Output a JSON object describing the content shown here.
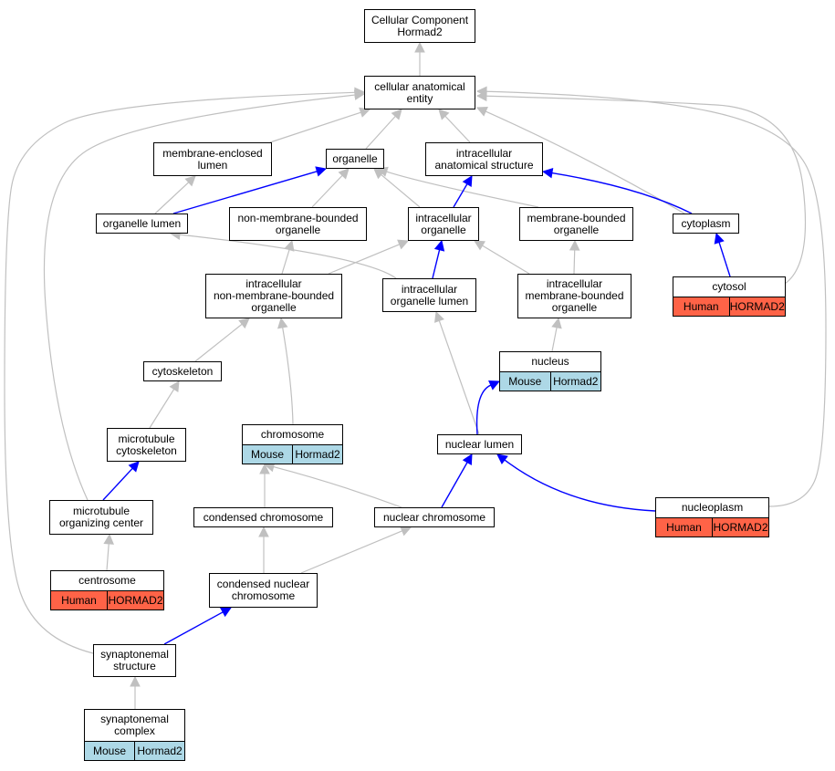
{
  "nodes": {
    "root": {
      "label": "Cellular Component\nHormad2"
    },
    "cae": {
      "label": "cellular anatomical\nentity"
    },
    "mel": {
      "label": "membrane-enclosed\nlumen"
    },
    "organelle": {
      "label": "organelle"
    },
    "ias": {
      "label": "intracellular\nanatomical structure"
    },
    "olumen": {
      "label": "organelle lumen"
    },
    "nmbo": {
      "label": "non-membrane-bounded\norganelle"
    },
    "io": {
      "label": "intracellular\norganelle"
    },
    "mbo": {
      "label": "membrane-bounded\norganelle"
    },
    "cytoplasm": {
      "label": "cytoplasm"
    },
    "cytosol": {
      "label": "cytosol",
      "tags": [
        "Human",
        "HORMAD2"
      ]
    },
    "inmbo": {
      "label": "intracellular\nnon-membrane-bounded\norganelle"
    },
    "iol": {
      "label": "intracellular\norganelle lumen"
    },
    "imbo": {
      "label": "intracellular\nmembrane-bounded\norganelle"
    },
    "nucleus": {
      "label": "nucleus",
      "tags": [
        "Mouse",
        "Hormad2"
      ]
    },
    "cytoskeleton": {
      "label": "cytoskeleton"
    },
    "chromosome": {
      "label": "chromosome",
      "tags": [
        "Mouse",
        "Hormad2"
      ]
    },
    "nlumen": {
      "label": "nuclear lumen"
    },
    "mtcs": {
      "label": "microtubule\ncytoskeleton"
    },
    "mtoc": {
      "label": "microtubule\norganizing center"
    },
    "cchrom": {
      "label": "condensed chromosome"
    },
    "nchrom": {
      "label": "nuclear chromosome"
    },
    "nucleoplasm": {
      "label": "nucleoplasm",
      "tags": [
        "Human",
        "HORMAD2"
      ]
    },
    "centrosome": {
      "label": "centrosome",
      "tags": [
        "Human",
        "HORMAD2"
      ]
    },
    "cnchrom": {
      "label": "condensed nuclear\nchromosome"
    },
    "synstruct": {
      "label": "synaptonemal\nstructure"
    },
    "syncomplex": {
      "label": "synaptonemal\ncomplex",
      "tags": [
        "Mouse",
        "Hormad2"
      ]
    }
  },
  "colors": {
    "gray_edge": "#c0c0c0",
    "blue_edge": "#0000ff",
    "mouse_fill": "#add8e6",
    "human_fill": "#ff6347"
  },
  "edges": [
    {
      "from": "cae",
      "to": "root",
      "kind": "is_a"
    },
    {
      "from": "mel",
      "to": "cae",
      "kind": "is_a"
    },
    {
      "from": "organelle",
      "to": "cae",
      "kind": "is_a"
    },
    {
      "from": "ias",
      "to": "cae",
      "kind": "is_a"
    },
    {
      "from": "cytoplasm",
      "to": "cae",
      "kind": "is_a"
    },
    {
      "from": "cytosol",
      "to": "cae",
      "kind": "is_a"
    },
    {
      "from": "mtoc",
      "to": "cae",
      "kind": "is_a"
    },
    {
      "from": "synstruct",
      "to": "cae",
      "kind": "is_a"
    },
    {
      "from": "nucleoplasm",
      "to": "cae",
      "kind": "is_a"
    },
    {
      "from": "olumen",
      "to": "mel",
      "kind": "is_a"
    },
    {
      "from": "olumen",
      "to": "organelle",
      "kind": "part_of"
    },
    {
      "from": "nmbo",
      "to": "organelle",
      "kind": "is_a"
    },
    {
      "from": "io",
      "to": "organelle",
      "kind": "is_a"
    },
    {
      "from": "mbo",
      "to": "organelle",
      "kind": "is_a"
    },
    {
      "from": "io",
      "to": "ias",
      "kind": "part_of"
    },
    {
      "from": "cytoplasm",
      "to": "ias",
      "kind": "part_of"
    },
    {
      "from": "cytosol",
      "to": "cytoplasm",
      "kind": "part_of"
    },
    {
      "from": "inmbo",
      "to": "nmbo",
      "kind": "is_a"
    },
    {
      "from": "inmbo",
      "to": "io",
      "kind": "is_a"
    },
    {
      "from": "iol",
      "to": "olumen",
      "kind": "is_a"
    },
    {
      "from": "iol",
      "to": "io",
      "kind": "part_of"
    },
    {
      "from": "imbo",
      "to": "io",
      "kind": "is_a"
    },
    {
      "from": "imbo",
      "to": "mbo",
      "kind": "is_a"
    },
    {
      "from": "nucleus",
      "to": "imbo",
      "kind": "is_a"
    },
    {
      "from": "cytoskeleton",
      "to": "inmbo",
      "kind": "is_a"
    },
    {
      "from": "chromosome",
      "to": "inmbo",
      "kind": "is_a"
    },
    {
      "from": "nlumen",
      "to": "iol",
      "kind": "is_a"
    },
    {
      "from": "nlumen",
      "to": "nucleus",
      "kind": "part_of"
    },
    {
      "from": "mtcs",
      "to": "cytoskeleton",
      "kind": "is_a"
    },
    {
      "from": "mtoc",
      "to": "mtcs",
      "kind": "part_of"
    },
    {
      "from": "cchrom",
      "to": "chromosome",
      "kind": "is_a"
    },
    {
      "from": "nchrom",
      "to": "chromosome",
      "kind": "is_a"
    },
    {
      "from": "nchrom",
      "to": "nlumen",
      "kind": "part_of"
    },
    {
      "from": "nucleoplasm",
      "to": "nlumen",
      "kind": "part_of"
    },
    {
      "from": "centrosome",
      "to": "mtoc",
      "kind": "is_a"
    },
    {
      "from": "cnchrom",
      "to": "cchrom",
      "kind": "is_a"
    },
    {
      "from": "cnchrom",
      "to": "nchrom",
      "kind": "is_a"
    },
    {
      "from": "synstruct",
      "to": "cnchrom",
      "kind": "part_of"
    },
    {
      "from": "syncomplex",
      "to": "synstruct",
      "kind": "is_a"
    }
  ]
}
